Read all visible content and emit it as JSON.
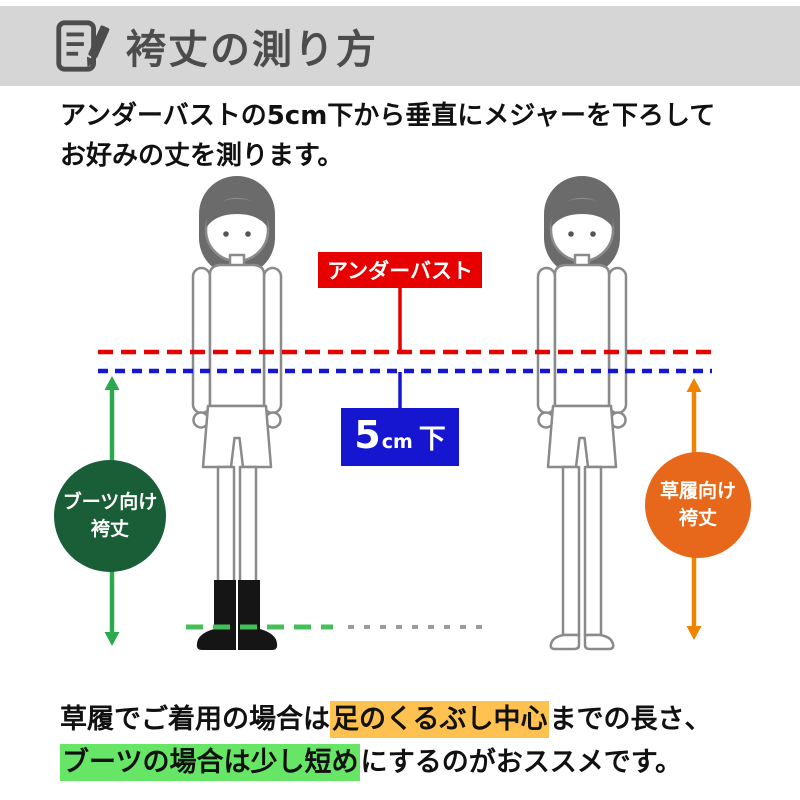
{
  "header": {
    "title": "袴丈の測り方",
    "icon": "memo-pencil-icon"
  },
  "intro": {
    "line1": "アンダーバストの5cm下から垂直にメジャーを下ろして",
    "line2": "お好みの丈を測ります。"
  },
  "diagram": {
    "underbust_label": "アンダーバスト",
    "below_label_number": "5",
    "below_label_unit": "cm",
    "below_label_text": "下",
    "boots_circle_line1": "ブーツ向け",
    "boots_circle_line2": "袴丈",
    "zori_circle_line1": "草履向け",
    "zori_circle_line2": "袴丈",
    "left_figure": "woman-wearing-boots",
    "right_figure": "woman-barefoot-for-zori"
  },
  "footer": {
    "line1_part1": "草履でご着用の場合は",
    "line1_highlight": "足のくるぶし中心",
    "line1_part2": "までの長さ、",
    "line2_highlight": "ブーツの場合は少し短め",
    "line2_part2": "にするのがおススメです。"
  },
  "colors": {
    "header_gray": "#d6d6d6",
    "title_gray": "#4c4c4c",
    "accent_red": "#e60000",
    "accent_blue": "#1616d1",
    "dark_green_circle": "#1a5e38",
    "bright_green_arrow": "#2ca94d",
    "green_dashed_line": "#43c057",
    "orange_circle": "#e8681b",
    "orange_arrow": "#f08300",
    "highlight_orange": "#ffc14f",
    "highlight_green": "#67e567"
  }
}
